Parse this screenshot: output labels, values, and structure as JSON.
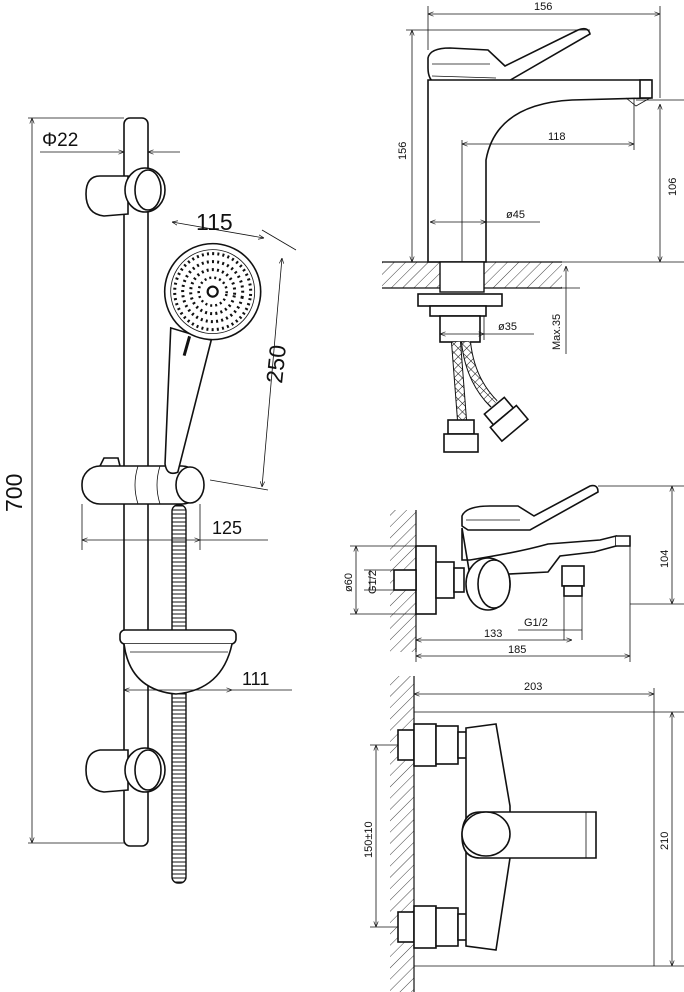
{
  "shower_set": {
    "rail_diameter": "Φ22",
    "head_width": "115",
    "head_length": "250",
    "rail_length": "700",
    "slider_projection": "125",
    "soap_dish_projection": "111"
  },
  "basin_mixer": {
    "total_length": "156",
    "height": "156",
    "spout_reach": "118",
    "spout_height": "106",
    "body_diameter": "ø45",
    "mount_diameter": "ø35",
    "max_deck_thickness": "Max.35"
  },
  "bath_mixer_side": {
    "height": "104",
    "flange_diameter": "ø60",
    "inlet_thread": "G1/2",
    "outlet_thread": "G1/2",
    "inlet_to_outlet": "133",
    "total_projection": "185"
  },
  "bath_mixer_top": {
    "width": "203",
    "depth": "210",
    "inlet_spacing": "150±10"
  }
}
